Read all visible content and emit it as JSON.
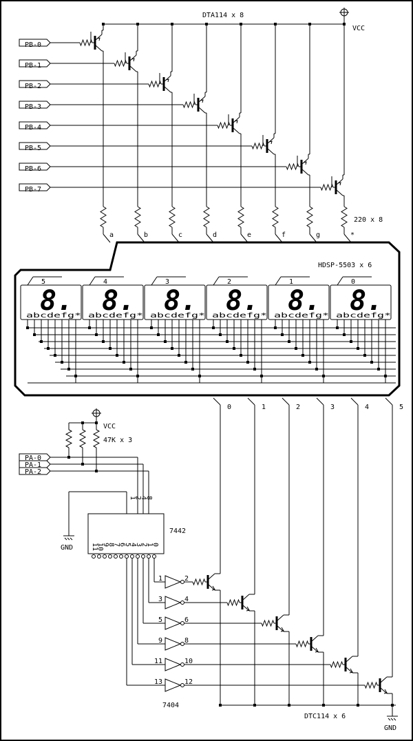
{
  "top": {
    "chip_label": "DTA114 x 8",
    "vcc_label": "VCC",
    "resistor_label": "220 x 8",
    "ports": [
      "PB-0",
      "PB-1",
      "PB-2",
      "PB-3",
      "PB-4",
      "PB-5",
      "PB-6",
      "PB-7"
    ],
    "segments": [
      "a",
      "b",
      "c",
      "d",
      "e",
      "f",
      "g",
      "*"
    ]
  },
  "display": {
    "label": "HDSP-5503 x 6",
    "digits": [
      "5",
      "4",
      "3",
      "2",
      "1",
      "0"
    ],
    "digit_glyph": "8.",
    "pin_glyphs": "abcdefg*"
  },
  "bottom": {
    "vcc_label": "VCC",
    "pullup_label": "47K x 3",
    "ports": [
      "PA-0",
      "PA-1",
      "PA-2"
    ],
    "gnd_label": "GND",
    "decoder_label": "7442",
    "decoder_inputs": [
      "1",
      "2",
      "4",
      "8"
    ],
    "decoder_outputs": [
      "11",
      "10",
      "9",
      "8",
      "7",
      "6",
      "5",
      "4",
      "3",
      "2",
      "1",
      "0"
    ],
    "inverter_label": "7404",
    "inverter_pins": [
      [
        "1",
        "2"
      ],
      [
        "3",
        "4"
      ],
      [
        "5",
        "6"
      ],
      [
        "9",
        "8"
      ],
      [
        "11",
        "10"
      ],
      [
        "13",
        "12"
      ]
    ],
    "driver_label": "DTC114 x 6",
    "digit_lines": [
      "0",
      "1",
      "2",
      "3",
      "4",
      "5"
    ],
    "gnd2_label": "GND"
  }
}
